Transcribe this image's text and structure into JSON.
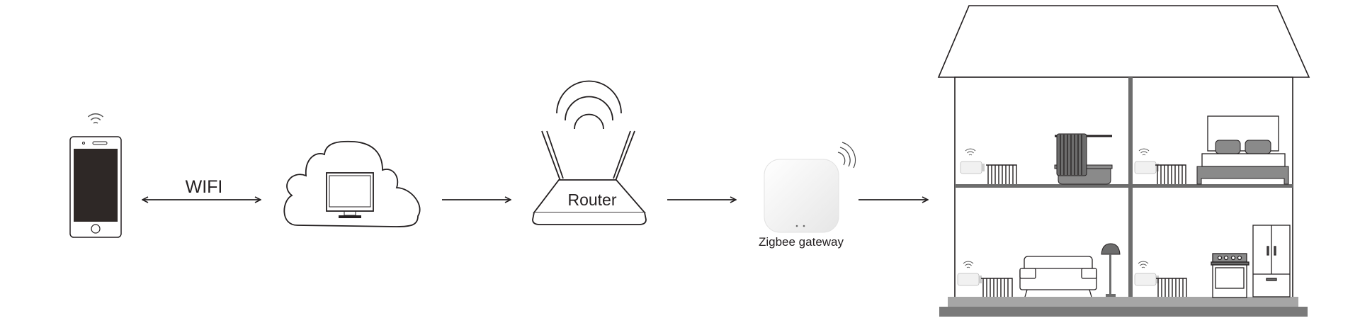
{
  "labels": {
    "wifi": "WIFI",
    "router": "Router",
    "gateway": "Zigbee gateway"
  },
  "colors": {
    "line": "#231f20",
    "screen": "#2e2826",
    "wall_gray": "#6d6d6d",
    "furniture_gray": "#8a8a8a",
    "ground_light": "#a6a6a6",
    "ground_dark": "#7a7a7a"
  }
}
